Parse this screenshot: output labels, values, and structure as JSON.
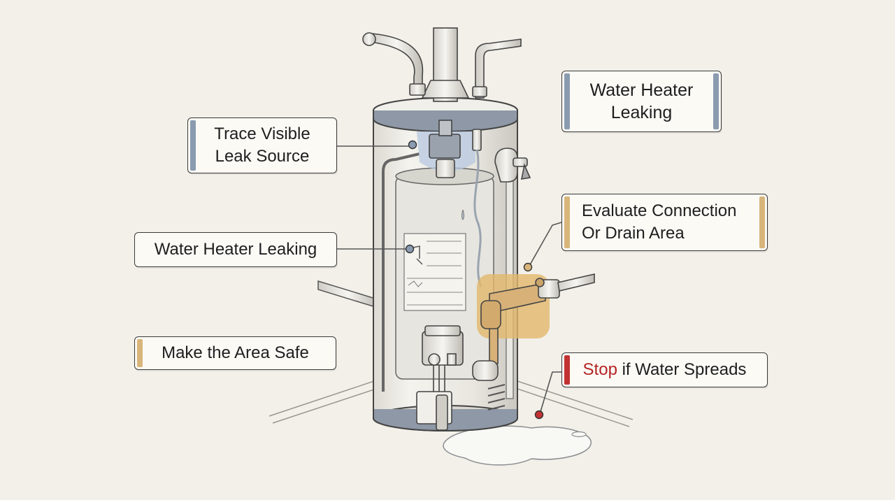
{
  "labels": {
    "title": "Water Heater Leaking",
    "trace": "Trace Visible Leak Source",
    "trace_line1": "Trace Visible",
    "trace_line2": "Leak Source",
    "heater": "Water Heater Leaking",
    "evaluate_line1": "Evaluate Connection",
    "evaluate_line2": "Or Drain Area",
    "safe": "Make the Area Safe",
    "stop_word": "Stop",
    "stop_rest": " if Water Spreads",
    "title_line1": "Water Heater",
    "title_line2": "Leaking"
  },
  "colors": {
    "background": "#f2f0e8",
    "ink": "#3a3a3a",
    "blue_accent": "#8a9bb0",
    "gold_accent": "#d8b57a",
    "red_accent": "#c23232",
    "leak_highlight": "#b7c8e0",
    "connection_highlight": "#e2b86c"
  }
}
